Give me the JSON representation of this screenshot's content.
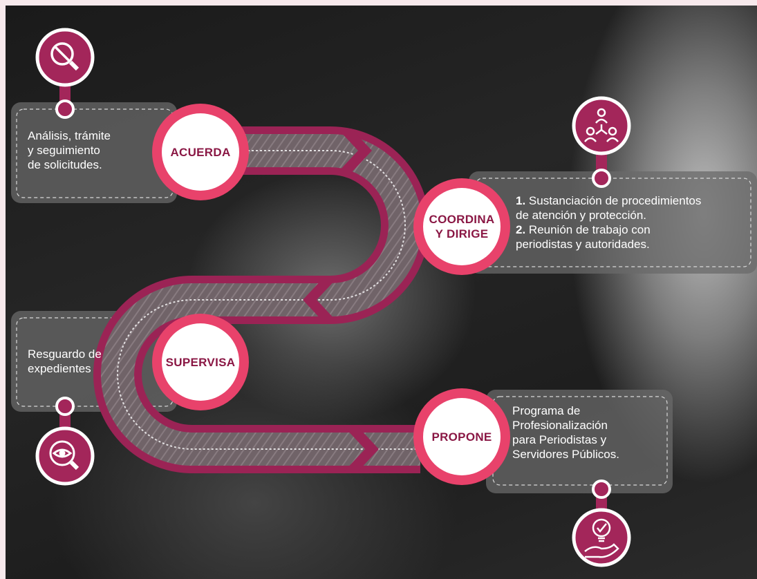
{
  "steps": [
    {
      "key": "acuerda",
      "label": "ACUERDA",
      "icon": "search-ban-icon",
      "text": [
        "Análisis, trámite",
        "y seguimiento",
        "de solicitudes."
      ]
    },
    {
      "key": "coordina",
      "label_line1": "COORDINA",
      "label_line2": "Y DIRIGE",
      "icon": "people-network-icon",
      "items": [
        {
          "num": "1.",
          "line1": " Sustanciación de procedimientos",
          "line2": "de atención y protección."
        },
        {
          "num": "2.",
          "line1": " Reunión de trabajo con",
          "line2": "periodistas y autoridades."
        }
      ]
    },
    {
      "key": "supervisa",
      "label": "SUPERVISA",
      "icon": "eye-search-icon",
      "text": [
        "Resguardo de",
        "expedientes"
      ]
    },
    {
      "key": "propone",
      "label": "PROPONE",
      "icon": "hand-checklist-icon",
      "text": [
        "Programa de",
        "Profesionalización",
        "para Periodistas y",
        "Servidores Públicos."
      ]
    }
  ],
  "colors": {
    "accent": "#e8426b",
    "path": "#9b2355",
    "icon_bg": "#a3265a",
    "label": "#8a1744",
    "box": "#666666"
  }
}
